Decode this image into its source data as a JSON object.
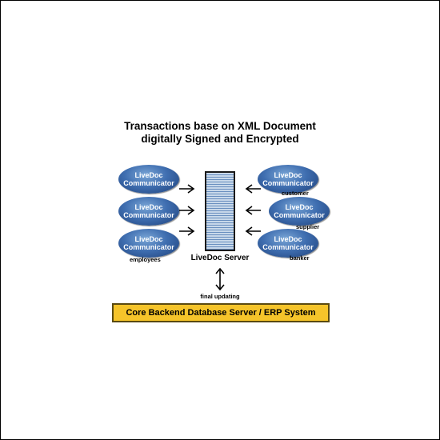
{
  "title": {
    "line1": "Transactions base on XML Document",
    "line2": "digitally Signed and Encrypted"
  },
  "left_nodes": [
    {
      "line1": "LiveDoc",
      "line2": "Communicator"
    },
    {
      "line1": "LiveDoc",
      "line2": "Communicator"
    },
    {
      "line1": "LiveDoc",
      "line2": "Communicator"
    }
  ],
  "right_nodes": [
    {
      "line1": "LiveDoc",
      "line2": "Communicator"
    },
    {
      "line1": "LiveDoc",
      "line2": "Communicator"
    },
    {
      "line1": "LiveDoc",
      "line2": "Communicator"
    }
  ],
  "labels": {
    "employees": "employees",
    "customer": "customer",
    "supplier": "supplier",
    "banker": "banker",
    "server": "LiveDoc Server",
    "final_updating": "final updating"
  },
  "database": {
    "label": "Core Backend Database Server / ERP System"
  },
  "colors": {
    "node_fill": "#3f6eb0",
    "database_fill": "#f5c42a",
    "server_fill": "#6a8fbf"
  }
}
